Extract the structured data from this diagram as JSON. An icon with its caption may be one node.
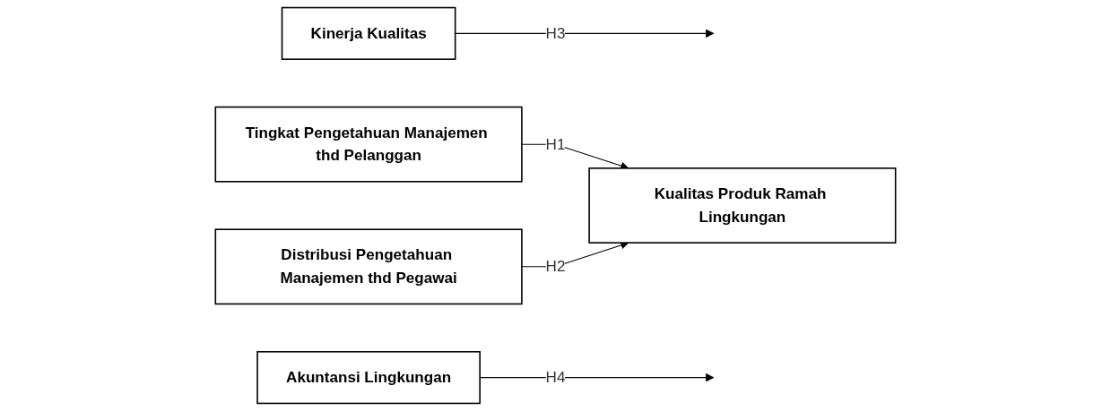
{
  "diagram": {
    "nodes": [
      {
        "text": [
          "Kinerja Kualitas"
        ]
      },
      {
        "text": [
          "Tingkat Pengetahuan Manajemen thd Pelanggan"
        ]
      },
      {
        "text": [
          "Distribusi Pengetahuan Manajemen thd Pegawai"
        ]
      },
      {
        "text": [
          "Kualitas Produk Ramah Lingkungan"
        ]
      },
      {
        "text": [
          "Akuntansi Lingkungan"
        ]
      }
    ],
    "edges": [
      {
        "from": 1,
        "to": 3,
        "arrow": "to",
        "label": "H1"
      },
      {
        "from": 2,
        "to": 3,
        "arrow": "to",
        "label": "H2"
      },
      {
        "from": 0,
        "to": null,
        "arrow": "to",
        "label": "H3"
      },
      {
        "from": 4,
        "to": null,
        "arrow": "to",
        "label": "H4"
      }
    ]
  }
}
